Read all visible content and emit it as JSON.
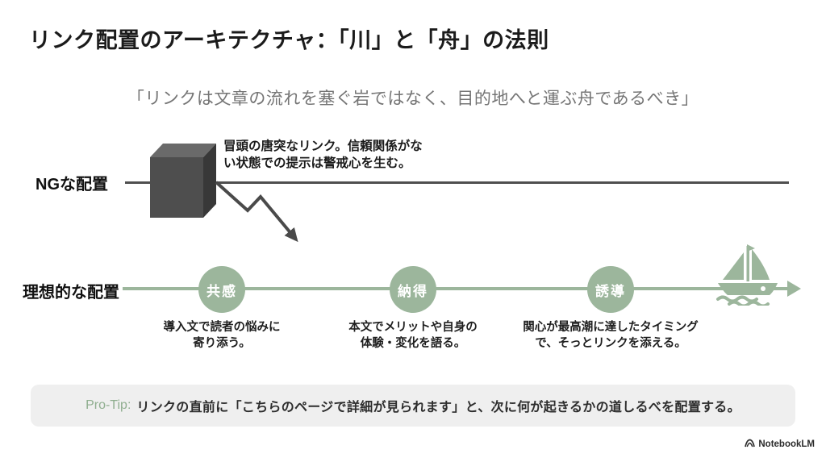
{
  "title": "リンク配置のアーキテクチャ：「川」と「舟」の法則",
  "subtitle": "「リンクは文章の流れを塞ぐ岩ではなく、目的地へと運ぶ舟であるべき」",
  "ng_row": {
    "label": "NGな配置",
    "annotation_line1": "冒頭の唐突なリンク。信頼関係がな",
    "annotation_line2": "い状態での提示は警戒心を生む。",
    "rock_icon": "rock-cube-icon",
    "arrow_icon": "decline-zigzag-arrow-icon"
  },
  "ideal_row": {
    "label": "理想的な配置",
    "boat_icon": "sailboat-icon",
    "steps": [
      {
        "label": "共感",
        "desc_line1": "導入文で読者の悩みに",
        "desc_line2": "寄り添う。"
      },
      {
        "label": "納得",
        "desc_line1": "本文でメリットや自身の",
        "desc_line2": "体験・変化を語る。"
      },
      {
        "label": "誘導",
        "desc_line1": "関心が最高潮に達したタイミング",
        "desc_line2": "で、そっとリンクを添える。"
      }
    ]
  },
  "pro_tip": {
    "prefix": "Pro-Tip:",
    "text": "リンクの直前に「こちらのページで詳細が見られます」と、次に何が起きるかの道しるべを配置する。"
  },
  "footer": {
    "brand": "NotebookLM"
  },
  "colors": {
    "accent_green": "#9CB69C",
    "protip_green": "#8FAE8F",
    "line_dark": "#4F4F4F",
    "subtitle_gray": "#757575",
    "protip_bg": "#EFEFEF",
    "text_dark": "#1B1B1B"
  }
}
